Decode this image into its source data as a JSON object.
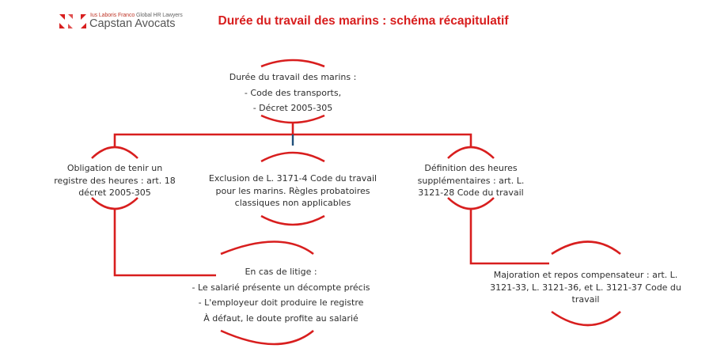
{
  "header": {
    "logo": {
      "icon": "capstan-logo-icon",
      "tagline_red": "Ius Laboris Franco",
      "tagline_grey": "Global HR Lawyers",
      "name": "Capstan Avocats"
    },
    "title": "Durée du travail des marins : schéma récapitulatif"
  },
  "colors": {
    "accent_red": "#d81e1e",
    "connector_blue": "#1f4e79",
    "text": "#2e2e2e"
  },
  "diagram": {
    "root": {
      "lines": [
        "Durée du travail des marins :",
        "- Code des transports,",
        "- Décret 2005-305"
      ]
    },
    "children": [
      {
        "id": "left",
        "lines": [
          "Obligation de tenir un",
          "registre des heures : art. 18",
          "décret 2005-305"
        ]
      },
      {
        "id": "center",
        "lines": [
          "Exclusion de L. 3171-4 Code du travail",
          "pour les marins. Règles probatoires",
          "classiques non applicables"
        ]
      },
      {
        "id": "right",
        "lines": [
          "Définition des heures",
          "supplémentaires : art. L.",
          "3121-28 Code du travail"
        ]
      }
    ],
    "grandchildren": [
      {
        "id": "litige",
        "parent": "left",
        "lines": [
          "En cas de litige :",
          "- Le salarié présente un décompte précis",
          "- L'employeur doit produire le registre",
          "À défaut, le doute profite au salarié"
        ]
      },
      {
        "id": "majoration",
        "parent": "right",
        "lines": [
          "Majoration et repos compensateur : art. L.",
          "3121-33, L. 3121-36, et  L. 3121-37 Code du",
          "travail"
        ]
      }
    ]
  }
}
